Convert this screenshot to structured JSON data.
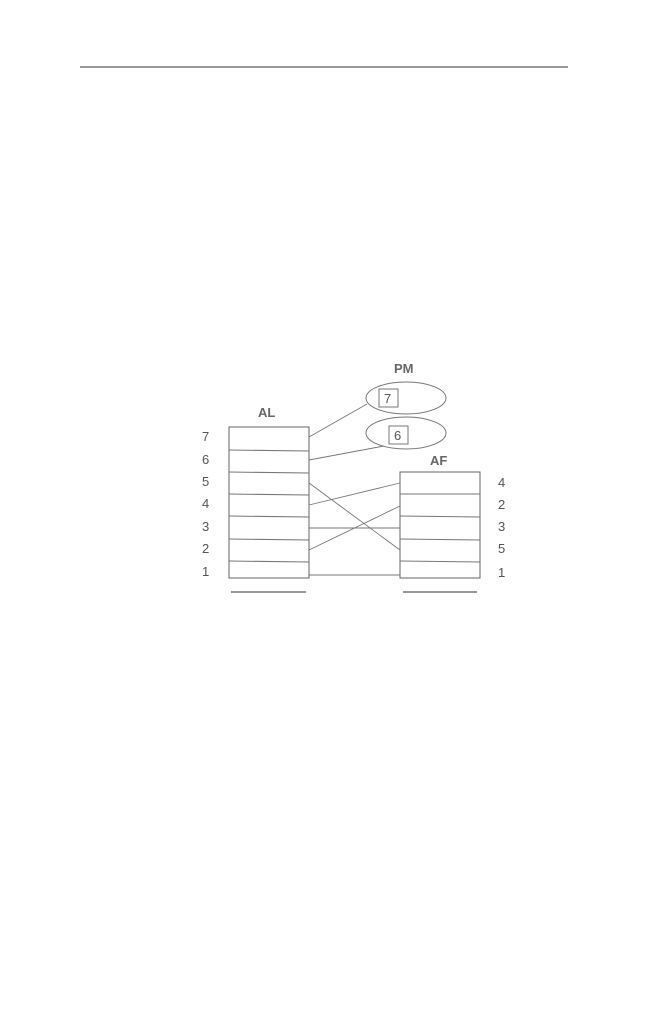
{
  "groups": {
    "al": {
      "title": "AL",
      "numbers": [
        "7",
        "6",
        "5",
        "4",
        "3",
        "2",
        "1"
      ]
    },
    "af": {
      "title": "AF",
      "numbers": [
        "4",
        "2",
        "3",
        "5",
        "1"
      ]
    },
    "pm": {
      "title": "PM",
      "items": [
        "7",
        "6"
      ]
    }
  }
}
